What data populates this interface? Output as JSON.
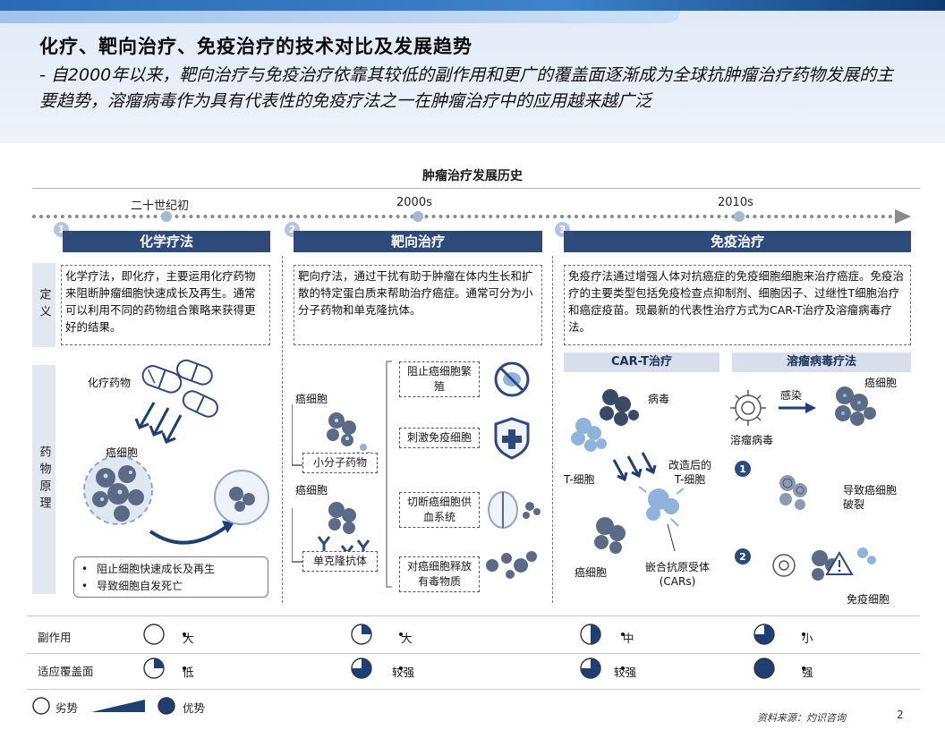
{
  "title": "化疗、靶向治疗、免疫治疗的技术对比及发展趋势",
  "subtitle": "- 自2000年以来，靶向治疗与免疫治疗依靠其较低的副作用和更广的覆盖面逐渐成为全球抗肿瘤治疗药物发展的主要趋势，溶瘤病毒作为具有代表性的免疫疗法之一在肿瘤治疗中的应用越来越广泛",
  "section_title": "肿瘤治疗发展历史",
  "eras": [
    "二十世纪初",
    "2000s",
    "2010s"
  ],
  "side_labels": {
    "definition": "定义",
    "mechanism": "药物原理"
  },
  "columns": [
    {
      "num": "1",
      "name": "化学疗法",
      "definition": "化学疗法，即化疗，主要运用化疗药物来阻断肿瘤细胞快速成长及再生。通常可以利用不同的药物组合策略来获得更好的结果。"
    },
    {
      "num": "2",
      "name": "靶向治疗",
      "definition": "靶向疗法，通过干扰有助于肿瘤在体内生长和扩散的特定蛋白质来帮助治疗癌症。通常可分为小分子药物和单克隆抗体。"
    },
    {
      "num": "3",
      "name": "免疫治疗",
      "definition": "免疫疗法通过增强人体对抗癌症的免疫细胞细胞来治疗癌症。免疫治疗的主要类型包括免疫检查点抑制剂、细胞因子、过继性T细胞治疗和癌症疫苗。现最新的代表性治疗方式为CAR-T治疗及溶瘤病毒疗法。"
    }
  ],
  "chemo": {
    "drug_label": "化疗药物",
    "cell_label": "癌细胞",
    "bullets": [
      "阻止细胞快速成长及再生",
      "导致细胞自发死亡"
    ]
  },
  "targeted": {
    "cell_label_1": "癌细胞",
    "cell_label_2": "癌细胞",
    "small_molecule": "小分子药物",
    "antibody": "单克隆抗体",
    "effects": [
      "阻止癌细胞繁殖",
      "刺激免疫细胞",
      "切断癌细胞供血系统",
      "对癌细胞释放有毒物质"
    ]
  },
  "immuno": {
    "cart_head": "CAR-T治疗",
    "ov_head": "溶瘤病毒疗法",
    "virus": "病毒",
    "t_cell": "T-细胞",
    "modified_t": "改造后的T-细胞",
    "cancer_cell": "癌细胞",
    "car_label": "嵌合抗原受体(CARs)",
    "infect": "感染",
    "ov_cancer": "癌细胞",
    "ov_virus": "溶瘤病毒",
    "step1": "1",
    "step1_text": "导致癌细胞破裂",
    "step2": "2",
    "step2_text": "免疫细胞"
  },
  "comparison": {
    "rows": [
      {
        "label": "副作用",
        "ratings": [
          {
            "fill": 0,
            "text": "大"
          },
          {
            "fill": 0.25,
            "text": "大"
          },
          {
            "fill": 0.5,
            "text": "中"
          },
          {
            "fill": 0.75,
            "text": "小"
          }
        ]
      },
      {
        "label": "适应覆盖面",
        "ratings": [
          {
            "fill": 0.25,
            "text": "低"
          },
          {
            "fill": 0.75,
            "text": "较强"
          },
          {
            "fill": 0.75,
            "text": "较强"
          },
          {
            "fill": 1,
            "text": "强"
          }
        ]
      }
    ]
  },
  "legend": {
    "weak": "劣势",
    "strong": "优势"
  },
  "source": "资料来源：灼识咨询",
  "page_number": "2",
  "colors": {
    "navy": "#2d4a7b",
    "accent": "#1f3f73",
    "light_panel": "#e9eef5",
    "cell_blue": "#8fb3dc",
    "cell_dark": "#3b4a63"
  }
}
